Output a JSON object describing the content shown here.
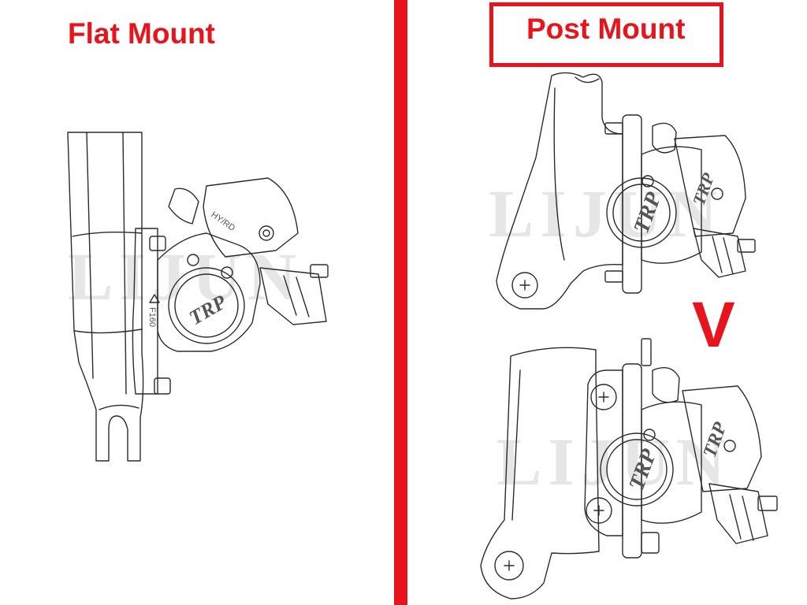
{
  "labels": {
    "flat_mount": "Flat Mount",
    "post_mount": "Post Mount",
    "check": "V"
  },
  "caliper_markings": {
    "brand_script": "TRP",
    "model": "HY/RD",
    "rotor_size": "F160"
  },
  "watermark": "LIJUN",
  "colors": {
    "accent": "#e8141c",
    "line": "#2b2b2b",
    "fill_dark": "#555555",
    "watermark": "#e6e6e6"
  }
}
